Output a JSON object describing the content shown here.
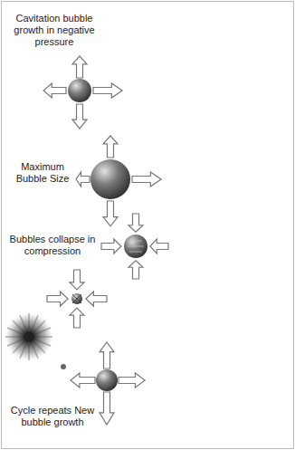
{
  "diagram": {
    "labels": [
      "Cavitation bubble growth in negative pressure",
      "Maximum Bubble Size",
      "Bubbles collapse in compression",
      "Cycle repeats New bubble growth"
    ]
  }
}
